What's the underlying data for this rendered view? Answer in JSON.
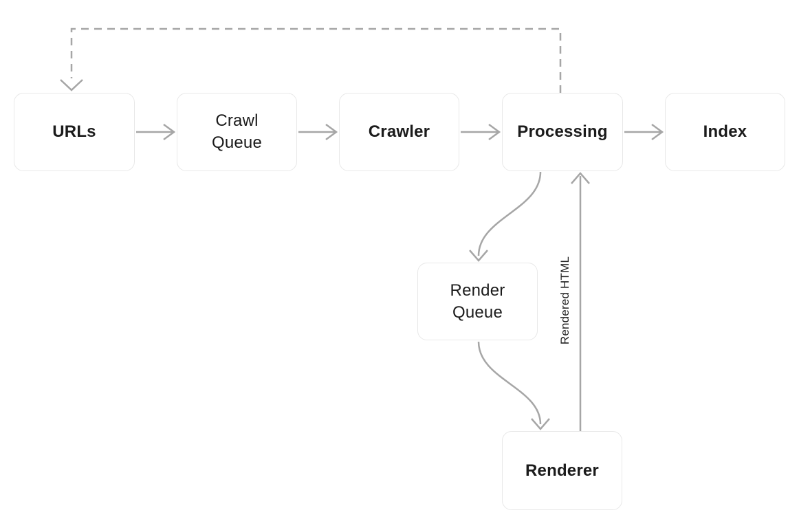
{
  "diagram": {
    "title": "web-crawling-pipeline",
    "nodes": {
      "urls": {
        "label": "URLs",
        "emphasis": "bold"
      },
      "crawl_queue": {
        "label": "Crawl\nQueue",
        "emphasis": "regular"
      },
      "crawler": {
        "label": "Crawler",
        "emphasis": "bold"
      },
      "processing": {
        "label": "Processing",
        "emphasis": "bold"
      },
      "index": {
        "label": "Index",
        "emphasis": "bold"
      },
      "render_queue": {
        "label": "Render\nQueue",
        "emphasis": "regular"
      },
      "renderer": {
        "label": "Renderer",
        "emphasis": "bold"
      }
    },
    "edges": [
      {
        "from": "urls",
        "to": "crawl_queue",
        "style": "solid",
        "label": ""
      },
      {
        "from": "crawl_queue",
        "to": "crawler",
        "style": "solid",
        "label": ""
      },
      {
        "from": "crawler",
        "to": "processing",
        "style": "solid",
        "label": ""
      },
      {
        "from": "processing",
        "to": "index",
        "style": "solid",
        "label": ""
      },
      {
        "from": "processing",
        "to": "urls",
        "style": "dashed",
        "label": ""
      },
      {
        "from": "processing",
        "to": "render_queue",
        "style": "solid",
        "label": ""
      },
      {
        "from": "render_queue",
        "to": "renderer",
        "style": "solid",
        "label": ""
      },
      {
        "from": "renderer",
        "to": "processing",
        "style": "solid",
        "label": "Rendered HTML"
      }
    ],
    "edge_labels": {
      "rendered_html": "Rendered HTML"
    },
    "colors": {
      "arrow": "#a6a6a6",
      "node_border": "#e8e8e8",
      "node_fill": "#ffffff",
      "text": "#1b1b1b",
      "background": "#ffffff"
    }
  }
}
